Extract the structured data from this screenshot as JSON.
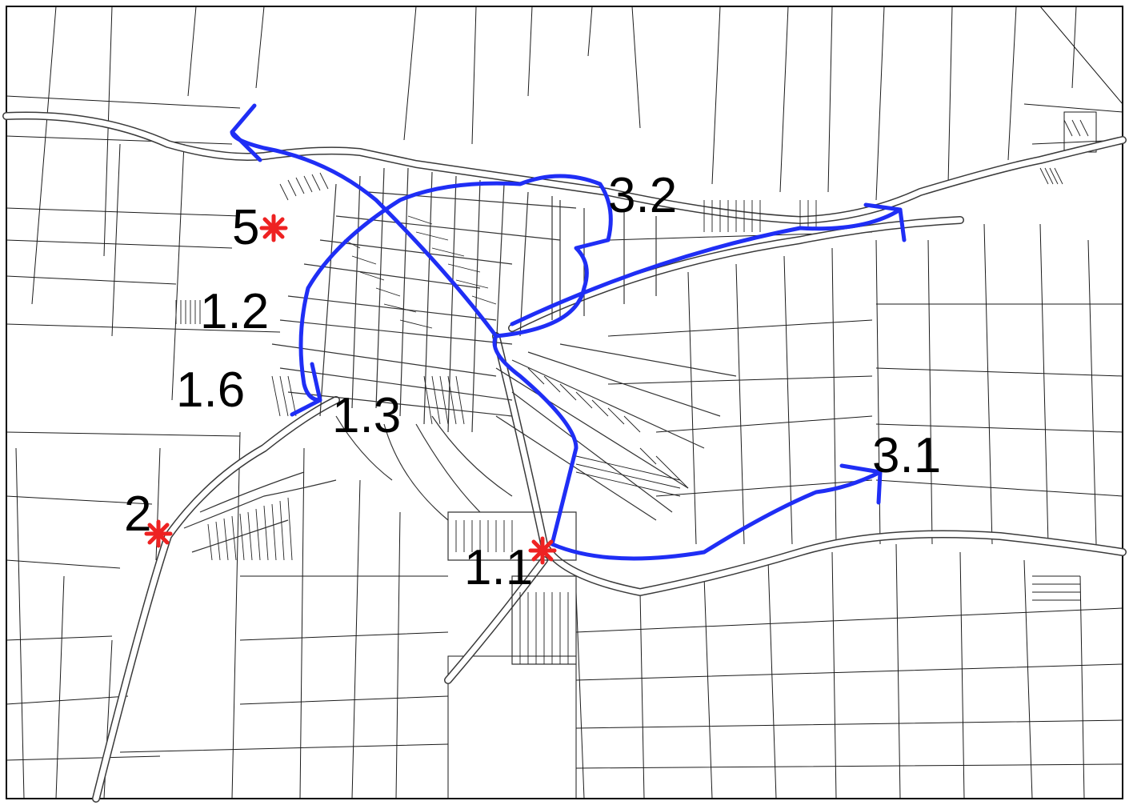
{
  "map": {
    "labels": {
      "l5": "5",
      "l12": "1.2",
      "l16": "1.6",
      "l13": "1.3",
      "l2": "2",
      "l11": "1.1",
      "l31": "3.1",
      "l32": "3.2"
    },
    "colors": {
      "route": "#1f2ef5",
      "marker": "#ee2222",
      "parcel_lines": "#1a1a1a",
      "background": "#ffffff"
    },
    "markers": [
      "5",
      "2",
      "1.1"
    ],
    "marker_icon": "asterisk-icon",
    "arrow_icon": "route-arrow-icon"
  }
}
